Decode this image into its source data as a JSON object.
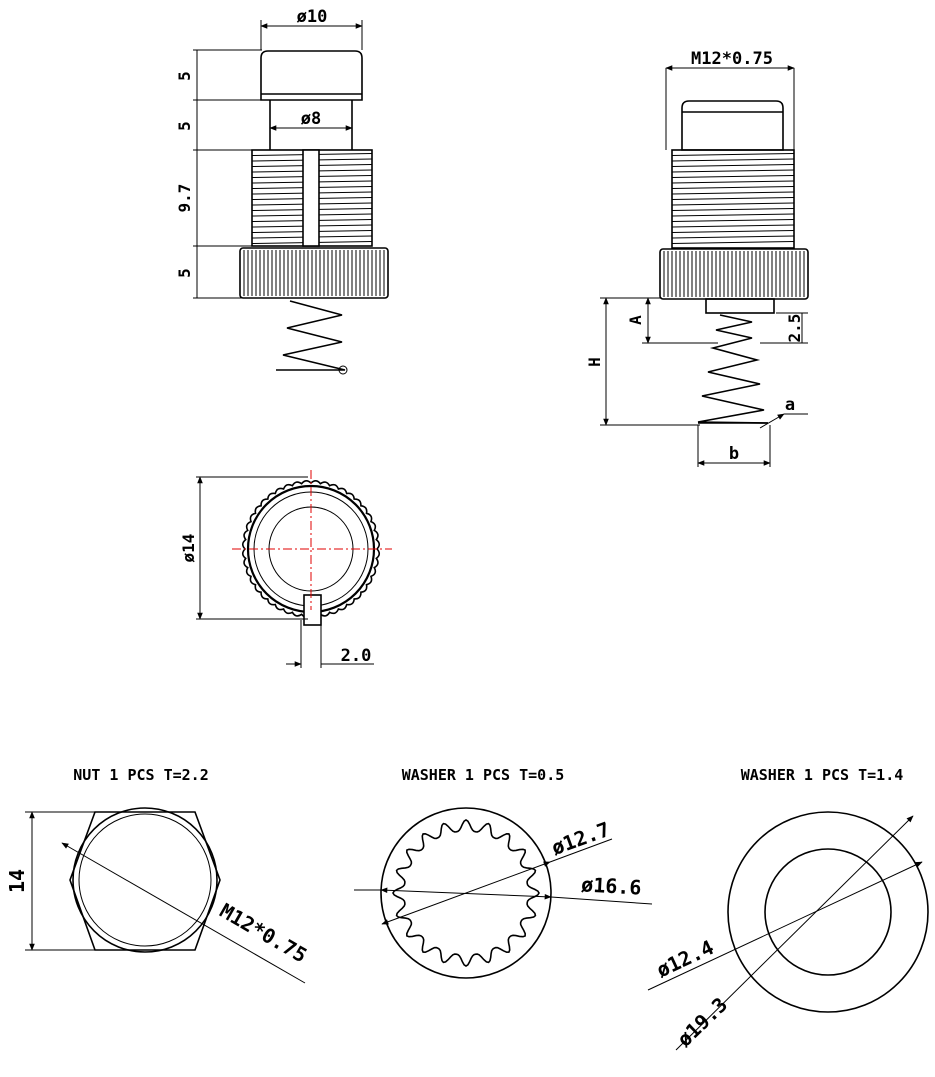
{
  "dims": {
    "top_dia_10": "ø10",
    "h_cap_5": "5",
    "dia_8": "ø8",
    "h_neck_5": "5",
    "h_thread_9_7": "9.7",
    "h_knurl_5": "5",
    "thread_m12": "M12*0.75",
    "dim_A": "A",
    "dim_H": "H",
    "dim_2_5": "2.5",
    "dim_a": "a",
    "dim_b": "b",
    "dia_14": "ø14",
    "slot_2_0": "2.0"
  },
  "parts": {
    "nut": {
      "title": "NUT 1 PCS T=2.2",
      "height_label": "14",
      "thread_label": "M12*0.75"
    },
    "washer1": {
      "title": "WASHER 1 PCS T=0.5",
      "inner_label": "ø12.7",
      "outer_label": "ø16.6"
    },
    "washer2": {
      "title": "WASHER 1 PCS T=1.4",
      "inner_label": "ø12.4",
      "outer_label": "ø19.3"
    }
  },
  "colors": {
    "line": "#000000",
    "centerline": "#e00000",
    "background": "#ffffff"
  }
}
